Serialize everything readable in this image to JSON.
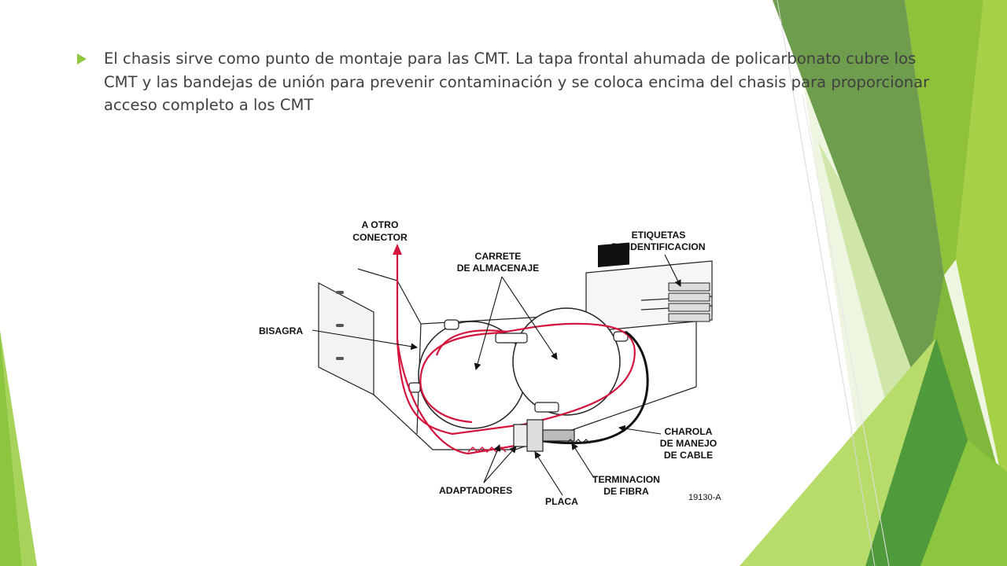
{
  "slide": {
    "bullet_text": "El chasis sirve como punto de montaje para las CMT. La tapa frontal ahumada de policarbonato cubre los CMT y las bandejas de unión para prevenir contaminación y se coloca encima del chasis para proporcionar acceso completo a los CMT",
    "accent_colors": [
      "#8fc73e",
      "#6a9a45",
      "#c9e29a",
      "#3c8c3a"
    ]
  },
  "diagram": {
    "labels": {
      "a_otro_conector_1": "A OTRO",
      "a_otro_conector_2": "CONECTOR",
      "carrete_1": "CARRETE",
      "carrete_2": "DE ALMACENAJE",
      "etiquetas_1": "ETIQUETAS",
      "etiquetas_2": "DE IDENTIFICACION",
      "bisagra": "BISAGRA",
      "charola_1": "CHAROLA",
      "charola_2": "DE MANEJO",
      "charola_3": "DE CABLE",
      "terminacion_1": "TERMINACION",
      "terminacion_2": "DE FIBRA",
      "adaptadores": "ADAPTADORES",
      "placa": "PLACA",
      "figure_code": "19130-A"
    },
    "fiber_color": "#d4143c"
  }
}
